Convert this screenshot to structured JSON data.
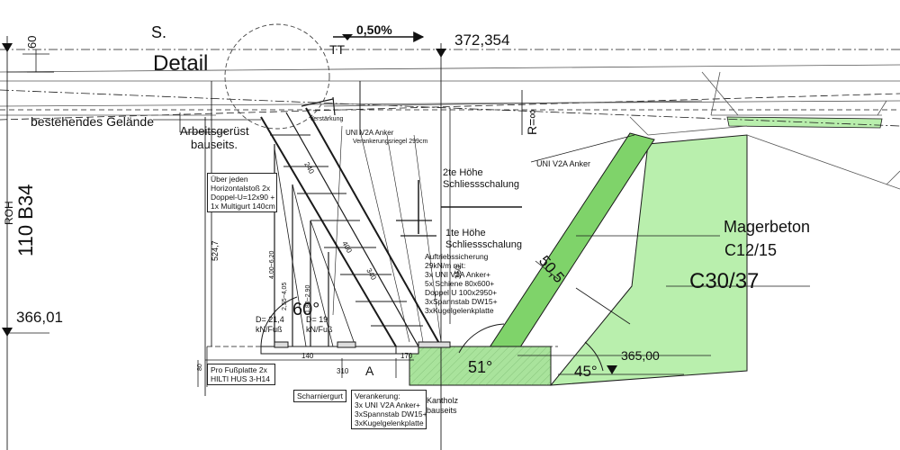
{
  "labels": {
    "s": "S.",
    "detail": "Detail",
    "slope": "0,50%",
    "tt": "TT",
    "elev_top": "372,354",
    "dim_60": "60",
    "bestehendes": "bestehendes Gelände",
    "arbeitsgeruest_1": "Arbeitsgerüst",
    "arbeitsgeruest_2": "bauseits.",
    "b34": "110 B34",
    "left_fragment": "ROH",
    "r_inf": "R=∞",
    "uni_anker_top": "UNI V2A Anker",
    "verstaerkung": "Verstärkung",
    "verankerung_small": "Verankerungsriegel 299cm",
    "uni_anker_right": "UNI V2A Anker",
    "schliess2_1": "2te Höhe",
    "schliess2_2": "Schliessschalung",
    "schliess1_1": "1te Höhe",
    "schliess1_2": "Schliessschalung",
    "magerbeton_1": "Magerbeton",
    "magerbeton_2": "C12/15",
    "c3037": "C30/37",
    "dim_50": "50,5",
    "dim_350": "350",
    "dim_5247": "524,7",
    "dim_240": "240",
    "dim_400": "400",
    "dim_340": "340",
    "dim_400_620": "4,00~6,20",
    "dim_255_405": "2,55~4,05",
    "dim_180_290": "1,80~2,90",
    "elev_left": "366,01",
    "angle_60": "60°",
    "angle_51": "51°",
    "angle_45": "45°",
    "elev_right": "365,00",
    "d_left_1": "D= 21,4",
    "d_left_2": "kN/Fuß",
    "d_right_1": "D= 19",
    "d_right_2": "kN/Fuß",
    "dim_140": "140",
    "dim_310": "310",
    "dim_170": "170",
    "dim_80": "80",
    "point_a": "A",
    "scharniergurt": "Scharniergurt",
    "kantholz_1": "Kantholz",
    "kantholz_2": "bauseits"
  },
  "box_horizontal": [
    "Über jeden",
    "Horizontalstoß 2x",
    "Doppel-U=12x90 +",
    "1x Multigurt 140cm"
  ],
  "box_auftrieb": [
    "Auftriebssicherung",
    "29kN/m mit:",
    "3x UNI V2A Anker+",
    "5x Schiene 80x600+",
    "Doppel U 100x2950+",
    "3xSpannstab DW15+",
    "3xKugelgelenkplatte"
  ],
  "box_fuss": [
    "Pro Fußplatte 2x",
    "HILTI HUS 3-H14"
  ],
  "box_verankerung": [
    "Verankerung:",
    "3x UNI V2A Anker+",
    "3xSpannstab DW15+",
    "3xKugelgelenkplatte"
  ],
  "colors": {
    "concrete_green": "#7fd36a",
    "magerbeton_green": "#b9efad",
    "foundation_green": "#a9e39c",
    "line": "#1a1a1a"
  }
}
